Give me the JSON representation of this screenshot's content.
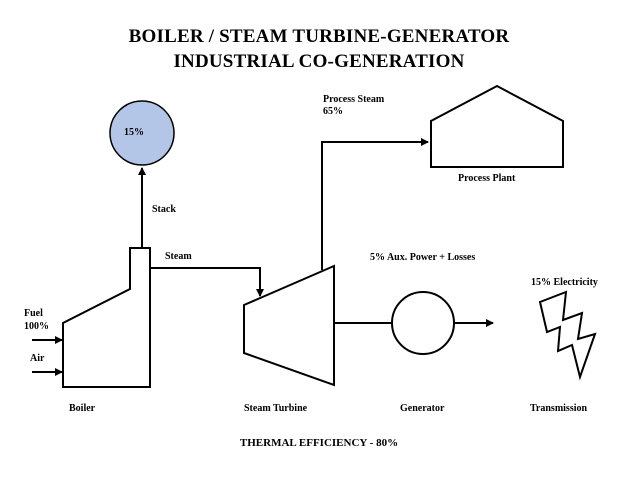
{
  "title": {
    "line1": "BOILER / STEAM TURBINE-GENERATOR",
    "line2": "INDUSTRIAL CO-GENERATION"
  },
  "stack_circle": {
    "percent": "15%",
    "fill": "#b4c6e7"
  },
  "labels": {
    "stack": "Stack",
    "steam": "Steam",
    "process_steam_line1": "Process Steam",
    "process_steam_line2": "65%",
    "process_plant": "Process Plant",
    "aux_power": "5% Aux. Power + Losses",
    "electricity": "15% Electricity",
    "fuel_line1": "Fuel",
    "fuel_line2": "100%",
    "air": "Air"
  },
  "components": {
    "boiler": "Boiler",
    "steam_turbine": "Steam Turbine",
    "generator": "Generator",
    "transmission": "Transmission"
  },
  "footer": "THERMAL EFFICIENCY - 80%"
}
